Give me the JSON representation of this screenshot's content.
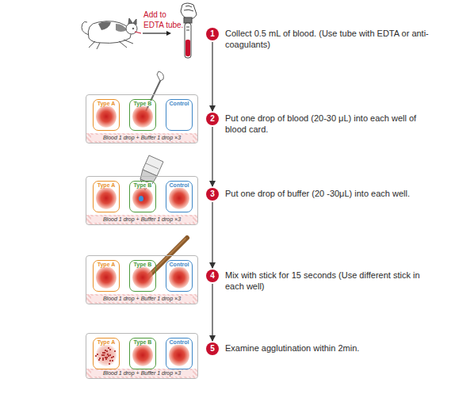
{
  "diagram": {
    "nodes": [
      {
        "text": [
          "1"
        ]
      },
      {
        "text": [
          "Blood 1 drop + Buffer 1 drop ×3"
        ]
      },
      {
        "text": [
          "Type A"
        ],
        "in": 1
      },
      {
        "text": [
          "Type B"
        ],
        "in": 1
      },
      {
        "text": [
          "Control"
        ],
        "in": 1
      },
      {
        "text": [
          "2"
        ]
      },
      {
        "text": [
          "Blood 1 drop + Buffer 1 drop ×3"
        ]
      },
      {
        "text": [
          "Type A"
        ],
        "in": 6
      },
      {
        "text": [
          "Type B"
        ],
        "in": 6
      },
      {
        "text": [
          "Control"
        ],
        "in": 6
      },
      {
        "text": [
          "3"
        ]
      },
      {
        "text": [
          "Blood 1 drop + Buffer 1 drop ×3"
        ]
      },
      {
        "text": [
          "Type A"
        ],
        "in": 11
      },
      {
        "text": [
          "Type B"
        ],
        "in": 11
      },
      {
        "text": [
          "Control"
        ],
        "in": 11
      },
      {
        "text": [
          "4"
        ]
      },
      {
        "text": [
          "Blood 1 drop + Buffer 1 drop ×3"
        ]
      },
      {
        "text": [
          "Type A"
        ],
        "in": 16
      },
      {
        "text": [
          "Type B"
        ],
        "in": 16
      },
      {
        "text": [
          "Control"
        ],
        "in": 16
      },
      {
        "text": [
          "5"
        ]
      }
    ],
    "edges": [
      {
        "from": 0,
        "to": 5,
        "arrow": "to"
      },
      {
        "from": 5,
        "to": 10,
        "arrow": "to"
      },
      {
        "from": 10,
        "to": 15,
        "arrow": "to"
      },
      {
        "from": 15,
        "to": 20,
        "arrow": "to"
      }
    ],
    "labels": [
      "Add to EDTA tube.",
      "Collect 0.5 mL of blood. (Use tube with EDTA or anti-coagulants)",
      "Put one drop of blood (20-30 μL) into each well of blood card.",
      "Put one drop of buffer (20 -30μL) into each well.",
      "Mix with stick for 15 seconds (Use different stick in each well)",
      "Examine agglutination within 2min."
    ]
  }
}
